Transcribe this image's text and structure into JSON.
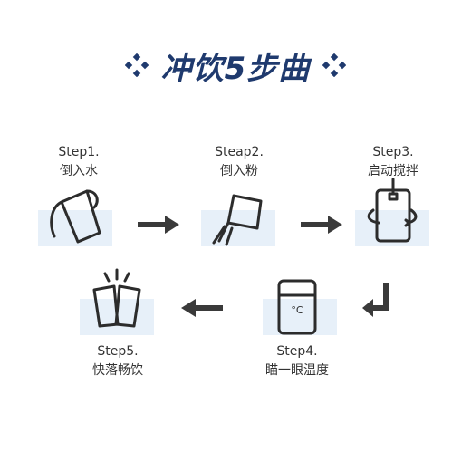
{
  "title": "冲饮5步曲",
  "colors": {
    "title": "#1f3a6e",
    "band": "#e7f0f9",
    "stroke": "#2c2c2c",
    "arrow": "#3a3a3a"
  },
  "steps": [
    {
      "label": "Step1.",
      "text": "倒入水",
      "icon": "pour-water-icon"
    },
    {
      "label": "Steap2.",
      "text": "倒入粉",
      "icon": "pour-powder-icon"
    },
    {
      "label": "Step3.",
      "text": "启动搅拌",
      "icon": "stirring-cup-icon"
    },
    {
      "label": "Step4.",
      "text": "瞄一眼温度",
      "icon": "temperature-cup-icon"
    },
    {
      "label": "Step5.",
      "text": "快落畅饮",
      "icon": "cheers-cups-icon"
    }
  ],
  "icons": {
    "thermo": "°C"
  }
}
